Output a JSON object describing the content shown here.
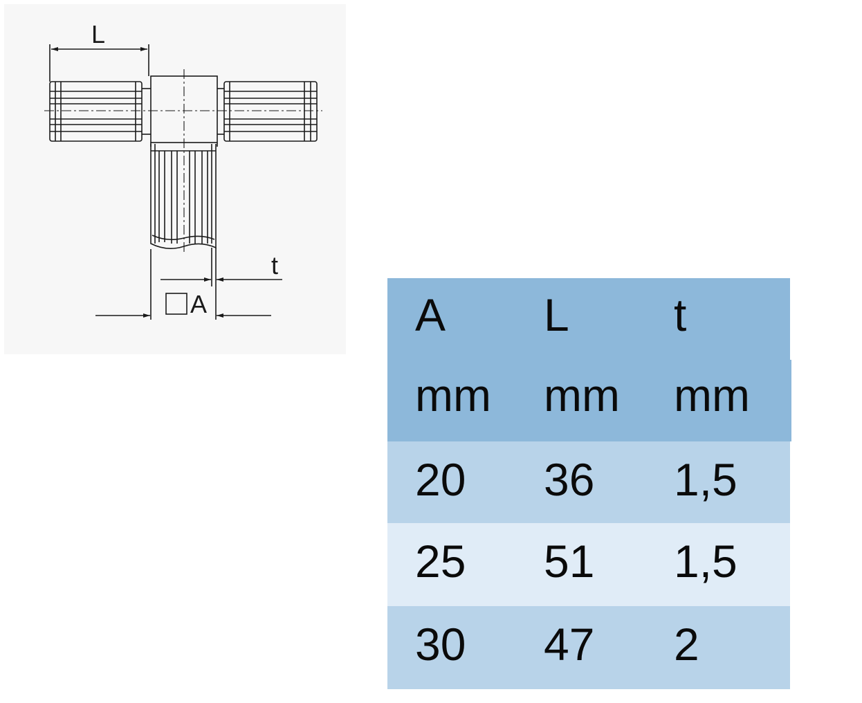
{
  "drawing": {
    "label_length": "L",
    "label_thickness": "t",
    "label_size": "A"
  },
  "table": {
    "headers": [
      "A",
      "L",
      "t"
    ],
    "units": [
      "mm",
      "mm",
      "mm"
    ],
    "rows": [
      [
        "20",
        "36",
        "1,5"
      ],
      [
        "25",
        "51",
        "1,5"
      ],
      [
        "30",
        "47",
        "2"
      ]
    ]
  },
  "colors": {
    "header_bg": "#8db8da",
    "row_dark": "#b8d3e9",
    "row_light": "#e0ecf7",
    "line": "#1a1a1a"
  }
}
